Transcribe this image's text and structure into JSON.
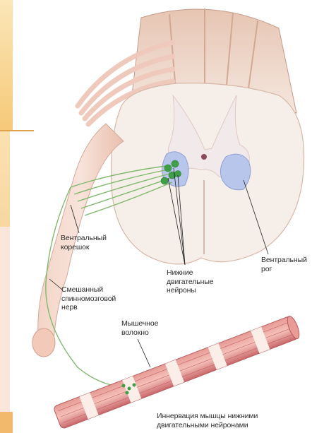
{
  "labels": {
    "ventral_root": "Вентральный\nкорешок",
    "lower_motor_neurons": "Нижние\nдвигательные\nнейроны",
    "ventral_horn": "Вентральный\nрог",
    "mixed_spinal_nerve": "Смешанный\nспинномозговой\nнерв",
    "muscle_fiber": "Мышечное\nволокно",
    "caption": "Иннервация мышцы нижними\nдвигательными нейронами"
  },
  "colors": {
    "slide_accent": "#f6c978",
    "white_matter": "#f1e7df",
    "grey_matter": "#f6eeee",
    "ventral_horn_fill": "#b9c6ec",
    "nerve_root": "#efc7b8",
    "muscle_stripe": "#d98282",
    "axon": "#7fb86c",
    "neuron": "#3f9f47"
  }
}
